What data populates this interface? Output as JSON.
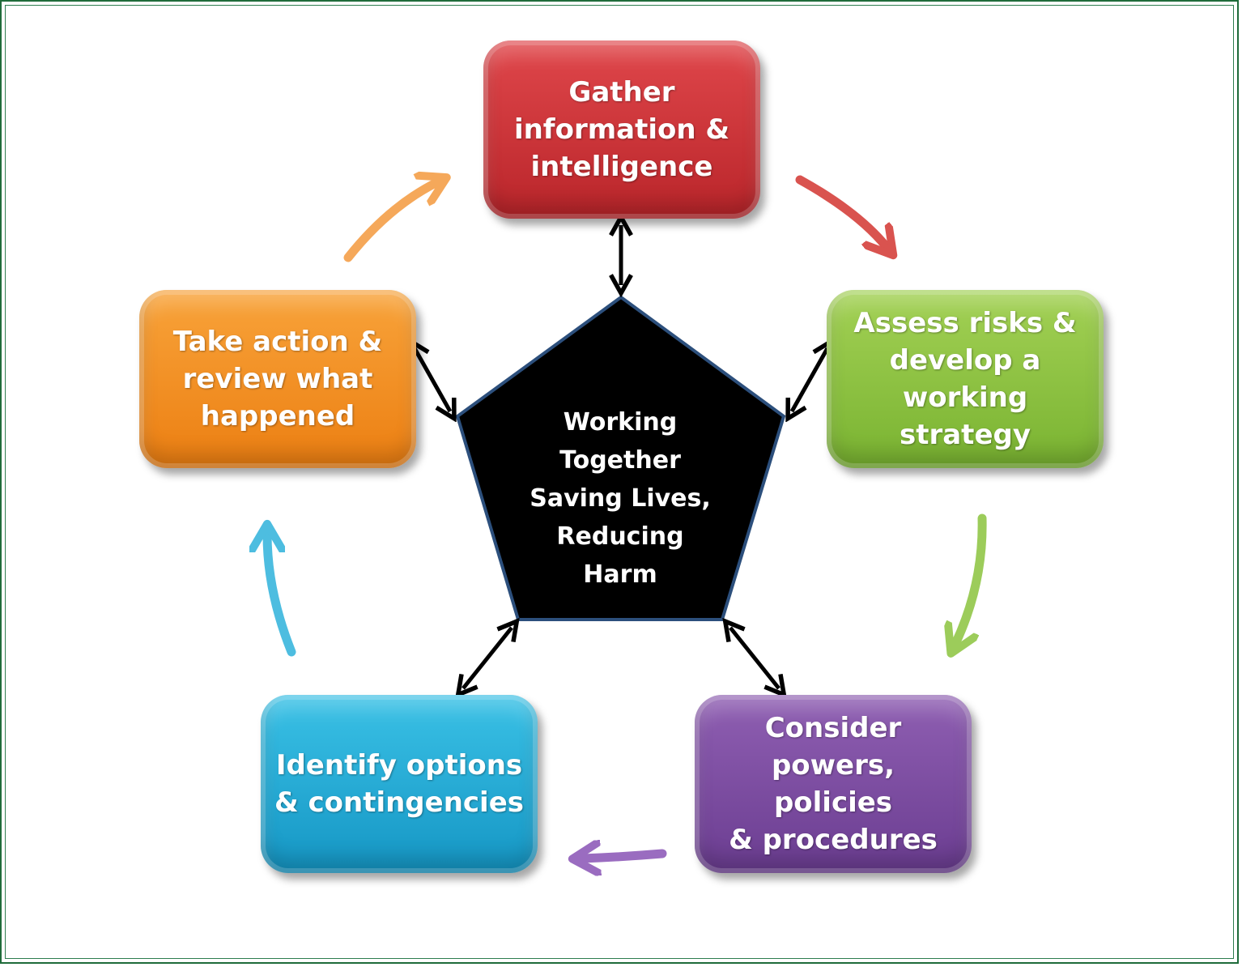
{
  "center": {
    "text": "Working\nTogether\nSaving Lives,\nReducing\nHarm"
  },
  "steps": [
    {
      "label": "Gather\ninformation &\nintelligence",
      "color": "#c8302f"
    },
    {
      "label": "Assess risks &\ndevelop a\nworking strategy",
      "color": "#8dc343"
    },
    {
      "label": "Consider\npowers, policies\n& procedures",
      "color": "#7a4a9f"
    },
    {
      "label": "Identify options\n& contingencies",
      "color": "#22aad6"
    },
    {
      "label": "Take action &\nreview what\nhappened",
      "color": "#f28d1e"
    }
  ],
  "colors": {
    "frame": "#1f6b3a",
    "pentagon_fill": "#000000",
    "pentagon_stroke": "#2c4f7c",
    "connector": "#000000"
  }
}
